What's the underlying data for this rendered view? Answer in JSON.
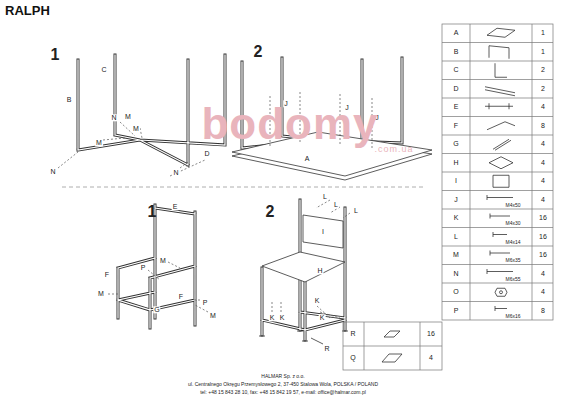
{
  "diagram": {
    "title": "RALPH",
    "labels": [
      "1",
      "C",
      "B",
      "N",
      "M",
      "M",
      "M",
      "N",
      "D",
      "N",
      "2",
      "J",
      "J",
      "J",
      "J",
      "A",
      "1",
      "E",
      "F",
      "P",
      "M",
      "M",
      "F",
      "G",
      "P",
      "M",
      "2",
      "L",
      "L",
      "L",
      "I",
      "H",
      "K",
      "K",
      "K",
      "K",
      "R",
      "A",
      "1",
      "B",
      "1",
      "C",
      "2",
      "D",
      "2",
      "E",
      "4",
      "F",
      "8",
      "G",
      "4",
      "H",
      "4",
      "I",
      "4",
      "J",
      "M4x50",
      "4",
      "K",
      "M4x30",
      "16",
      "L",
      "M4x14",
      "16",
      "M",
      "M6x35",
      "16",
      "N",
      "M6x55",
      "4",
      "O",
      "4",
      "P",
      "M6x16",
      "8",
      "R",
      "16",
      "Q",
      "4",
      "HALMAR Sp. z o.o.",
      "ul. Centralnego Okręgu Przemysłowego 2, 37-450 Stalowa Wola, POLSKA / POLAND",
      "tel: +48 15 843 28 10, fax: +48 15 842 19 57, e-mail: office@halmar.com.pl",
      "bodomy",
      ".com.ua"
    ]
  }
}
